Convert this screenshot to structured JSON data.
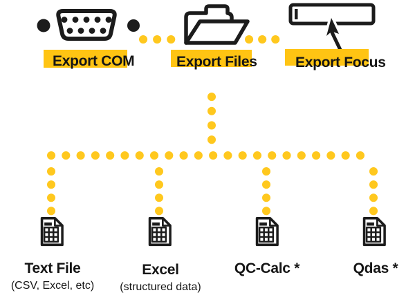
{
  "colors": {
    "background": "#ffffff",
    "accent_yellow": "#ffc413",
    "dot_yellow": "#ffc81e",
    "ink": "#1c1c1c",
    "text": "#151515"
  },
  "sources": [
    {
      "label": "Export COM",
      "icon": "serial-port-icon"
    },
    {
      "label": "Export Files",
      "icon": "open-folder-icon"
    },
    {
      "label": "Export Focus",
      "icon": "focus-field-cursor-icon"
    }
  ],
  "destinations": [
    {
      "label": "Text File",
      "sublabel": "(CSV, Excel, etc)",
      "icon": "spreadsheet-file-icon"
    },
    {
      "label": "Excel",
      "sublabel": "(structured data)",
      "icon": "spreadsheet-file-icon"
    },
    {
      "label": "QC-Calc *",
      "sublabel": "",
      "icon": "spreadsheet-file-icon"
    },
    {
      "label": "Qdas *",
      "sublabel": "",
      "icon": "spreadsheet-file-icon"
    }
  ]
}
